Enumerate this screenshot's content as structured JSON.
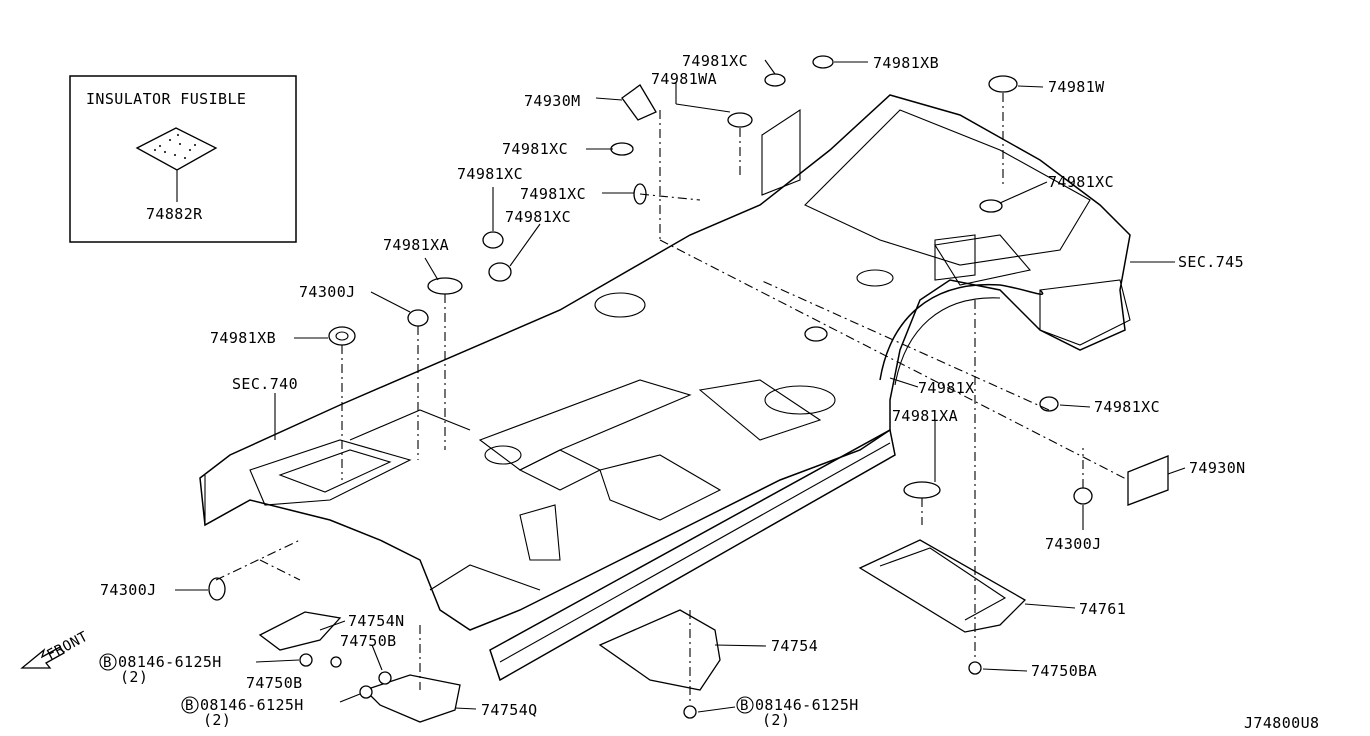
{
  "inset": {
    "title": "INSULATOR FUSIBLE",
    "part": "74882R"
  },
  "labels": {
    "p74981xc_a": "74981XC",
    "p74981xb_top": "74981XB",
    "p74981wa": "74981WA",
    "p74930m": "74930M",
    "p74981w": "74981W",
    "p74981xc_b": "74981XC",
    "p74981xc_c": "74981XC",
    "p74981xc_d": "74981XC",
    "p74981xc_e": "74981XC",
    "p74981xc_right": "74981XC",
    "p74981xa_left": "74981XA",
    "sec745": "SEC.745",
    "p74300j_a": "74300J",
    "p74981xb_left": "74981XB",
    "sec740": "SEC.740",
    "p74981x": "74981X",
    "p74981xc_f": "74981XC",
    "p74981xa_right": "74981XA",
    "p74930n": "74930N",
    "p74300j_b": "74300J",
    "p74300j_c": "74300J",
    "p74761": "74761",
    "p74754n": "74754N",
    "p74750b_a": "74750B",
    "p74754": "74754",
    "bolt_a": "08146-6125H",
    "qty_a": "(2)",
    "p74750b_b": "74750B",
    "p74750ba": "74750BA",
    "bolt_b": "08146-6125H",
    "qty_b": "(2)",
    "p74754q": "74754Q",
    "bolt_c": "08146-6125H",
    "qty_c": "(2)",
    "bolt_prefix": "B",
    "front": "FRONT",
    "diagram_code": "J74800U8"
  }
}
